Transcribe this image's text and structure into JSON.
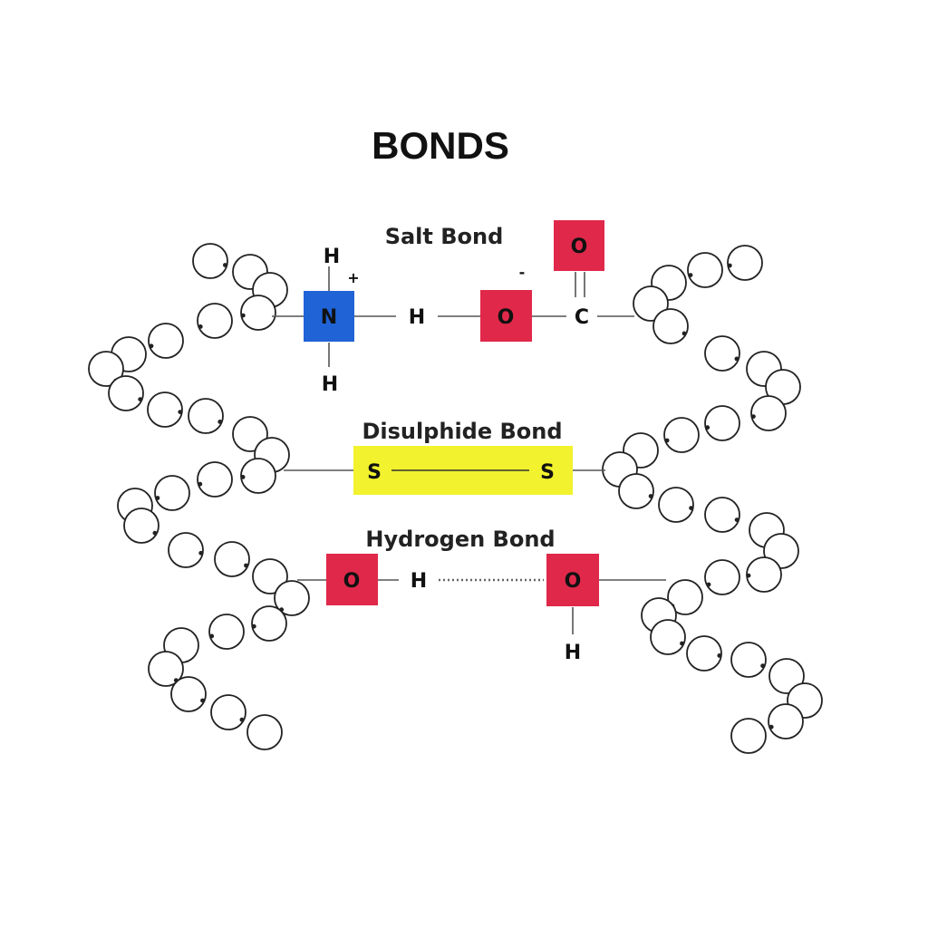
{
  "title": "BONDS",
  "salt_bond": {
    "label": "Salt Bond",
    "h_top": "H",
    "plus": "+",
    "n": "N",
    "h_bottom": "H",
    "h_mid": "H",
    "minus": "-",
    "o_mid": "O",
    "c": "C",
    "o_top": "O"
  },
  "disulphide_bond": {
    "label": "Disulphide Bond",
    "s_left": "S",
    "s_right": "S"
  },
  "hydrogen_bond": {
    "label": "Hydrogen Bond",
    "o_left": "O",
    "h_mid": "H",
    "o_right": "O",
    "h_bottom": "H"
  },
  "colors": {
    "nitrogen": "#1f63d6",
    "oxygen": "#e0284a",
    "sulphur_highlight": "#f2f22e"
  }
}
